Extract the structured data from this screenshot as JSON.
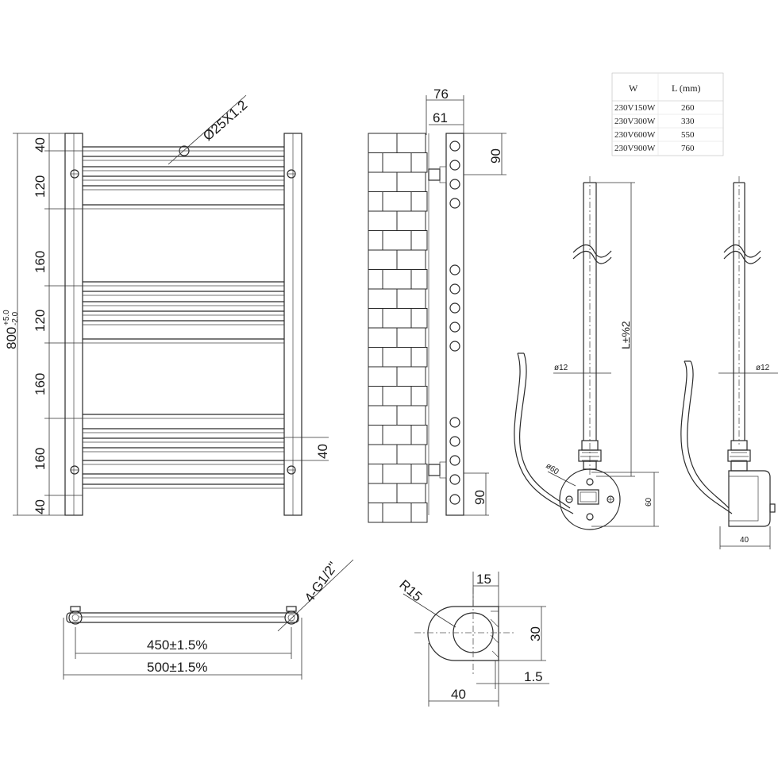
{
  "front_view": {
    "height_value": "800",
    "height_tol_plus": "+5.0",
    "height_tol_minus": "-2.0",
    "spacings": [
      "40",
      "120",
      "160",
      "120",
      "160",
      "160",
      "40"
    ],
    "tube_spec": "Ø25X1.2",
    "right_rail_dim": "40"
  },
  "side_view": {
    "depth_total": "76",
    "depth_inner": "61",
    "top_bracket": "90",
    "bottom_bracket": "90"
  },
  "bottom_view": {
    "connections": "4-G1/2\"",
    "inner_width": "450±1.5%",
    "outer_width": "500±1.5%"
  },
  "bracket_detail": {
    "radius": "R15",
    "offset": "15",
    "height": "30",
    "width": "40",
    "thickness": "1.5"
  },
  "element_front": {
    "length": "L±%2",
    "diameter": "ø12",
    "head_diameter": "ø60",
    "head_height": "60"
  },
  "element_side": {
    "diameter": "ø12",
    "depth": "40"
  },
  "spec_table": {
    "headers": [
      "W",
      "L (mm)"
    ],
    "rows": [
      {
        "w": "230V150W",
        "l": "260"
      },
      {
        "w": "230V300W",
        "l": "330"
      },
      {
        "w": "230V600W",
        "l": "550"
      },
      {
        "w": "230V900W",
        "l": "760"
      }
    ]
  }
}
